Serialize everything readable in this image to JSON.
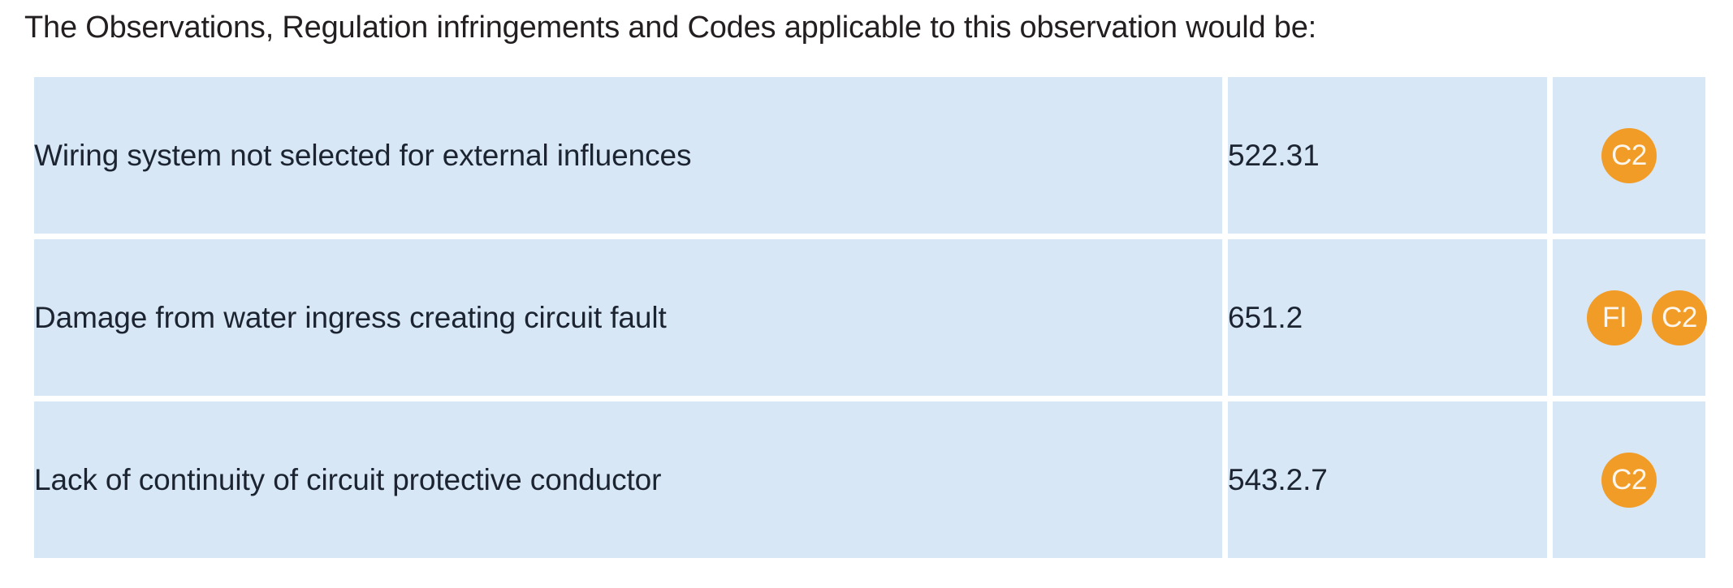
{
  "heading": {
    "text": "The Observations, Regulation infringements and Codes applicable to this observation would be:"
  },
  "colors": {
    "cell_background": "#d7e7f5",
    "page_background": "#ffffff",
    "badge_background": "#f29c28",
    "badge_text": "#fdf6ec",
    "body_text": "#1b2430",
    "heading_text": "#231f20"
  },
  "table": {
    "rows": [
      {
        "observation": "Wiring system not selected for external influences",
        "regulation": "522.31",
        "codes": [
          "C2"
        ]
      },
      {
        "observation": "Damage from water ingress creating circuit fault",
        "regulation": "651.2",
        "codes": [
          "FI",
          "C2"
        ]
      },
      {
        "observation": "Lack of continuity of circuit protective conductor",
        "regulation": "543.2.7",
        "codes": [
          "C2"
        ]
      }
    ]
  }
}
